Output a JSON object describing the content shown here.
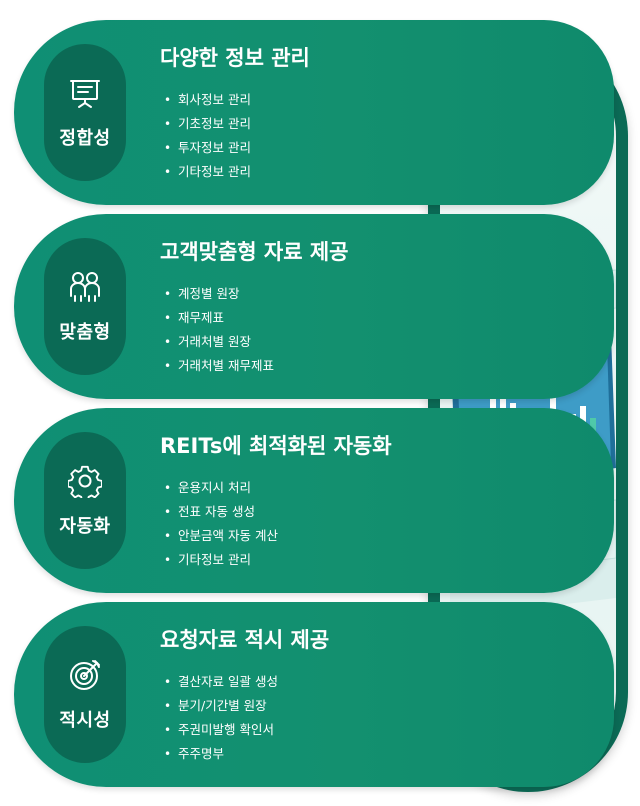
{
  "cards": [
    {
      "badge": "정합성",
      "icon": "presentation-board-icon",
      "title": "다양한 정보 관리",
      "items": [
        "회사정보 관리",
        "기초정보 관리",
        "투자정보 관리",
        "기타정보 관리"
      ]
    },
    {
      "badge": "맞춤형",
      "icon": "users-icon",
      "title": "고객맞춤형 자료 제공",
      "items": [
        "계정별 원장",
        "재무제표",
        "거래처별 원장",
        "거래처별 재무제표"
      ]
    },
    {
      "badge": "자동화",
      "icon": "gear-icon",
      "title": "REITs에 최적화된 자동화",
      "items": [
        "운용지시 처리",
        "전표 자동 생성",
        "안분금액 자동 계산",
        "기타정보 관리"
      ]
    },
    {
      "badge": "적시성",
      "icon": "target-icon",
      "title": "요청자료 적시 제공",
      "items": [
        "결산자료 일괄 생성",
        "분기/기간별 원장",
        "주권미발행 확인서",
        "주주명부"
      ]
    }
  ],
  "capsule": {
    "title": "REITs",
    "illustration": "dashboard-monitor-illustration"
  },
  "colors": {
    "card": "#13906f",
    "badge": "#0b6a55",
    "capsule_border": "#0b6a55"
  }
}
